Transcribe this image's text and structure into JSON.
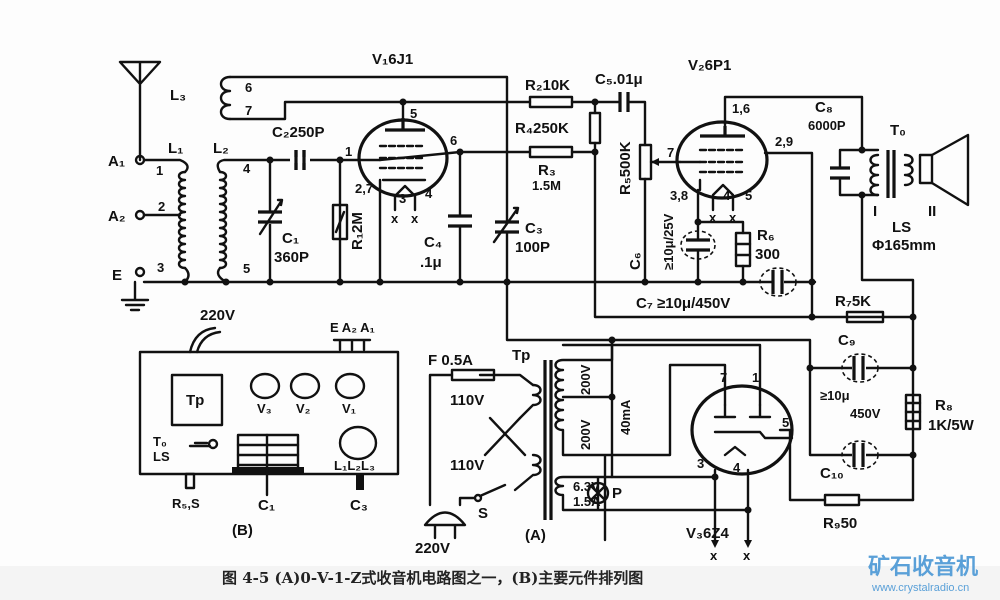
{
  "labels": {
    "v1": "V₁6J1",
    "v2": "V₂6P1",
    "v3": "V₃6Z4",
    "l1": "L₁",
    "l2": "L₂",
    "l3": "L₃",
    "a1": "A₁",
    "a2": "A₂",
    "e": "E",
    "pin1": "1",
    "pin2": "2",
    "pin3": "3",
    "pin4": "4",
    "pin5": "5",
    "pin6": "6",
    "pin7": "7",
    "c2": "C₂250P",
    "c1": "C₁",
    "c1_val": "360P",
    "r1": "R₁2M",
    "c4": "C₄",
    "c4_val": ".1μ",
    "c3": "C₃",
    "c3_val": "100P",
    "v1_pin1": "1",
    "v1_pin5": "5",
    "v1_pin6": "6",
    "v1_pin27": "2,7",
    "v1_pin3": "3",
    "v1_pin4": "4",
    "r2": "R₂10K",
    "c5": "C₅.01μ",
    "r4": "R₄250K",
    "r3": "R₃",
    "r3_val": "1.5M",
    "r5": "R₅500K",
    "c6": "C₆",
    "c6_val": "≥10μ/25V",
    "v2_pin7": "7",
    "v2_pin16": "1,6",
    "v2_pin29": "2,9",
    "v2_pin38": "3,8",
    "v2_pin4": "4",
    "v2_pin5": "5",
    "r6": "R₆",
    "r6_val": "300",
    "c7": "C₇ ≥10μ/450V",
    "c8": "C₈",
    "c8_val": "6000P",
    "t0": "T₀",
    "ls_1": "I",
    "ls_2": "II",
    "ls": "LS",
    "ls_size": "Φ165mm",
    "r7": "R₇5K",
    "c9": "C₉",
    "c9_val": "≥10μ",
    "c9_val2": "450V",
    "c10": "C₁₀",
    "r8": "R₈",
    "r8_val": "1K/5W",
    "r9": "R₉50",
    "v3_pin7": "7",
    "v3_pin1": "1",
    "v3_pin5": "5",
    "v3_pin3": "3",
    "v3_pin4": "4",
    "hv1": "200V",
    "hv2": "200V",
    "ma": "40mA",
    "fil": "6.3V",
    "fil_a": "1.5A",
    "lamp": "P",
    "fuse": "F 0.5A",
    "tp": "Tp",
    "v110a": "110V",
    "v110b": "110V",
    "switch": "S",
    "mains": "220V",
    "part_a": "(A)",
    "x": "x"
  },
  "layout_b": {
    "mains": "220V",
    "terminals": "E  A₂ A₁",
    "tp": "Tp",
    "v3": "V₃",
    "v2": "V₂",
    "v1": "V₁",
    "to": "T₀",
    "ls": "LS",
    "coils": "L₁L₂L₃",
    "r5s": "R₅,S",
    "c1": "C₁",
    "c3": "C₃",
    "part_b": "(B)"
  },
  "caption": "图 4-5  (A)0-V-1-Z式收音机电路图之一，(B)主要元件排列图",
  "watermark": {
    "title": "矿石收音机",
    "url": "www.crystalradio.cn"
  }
}
